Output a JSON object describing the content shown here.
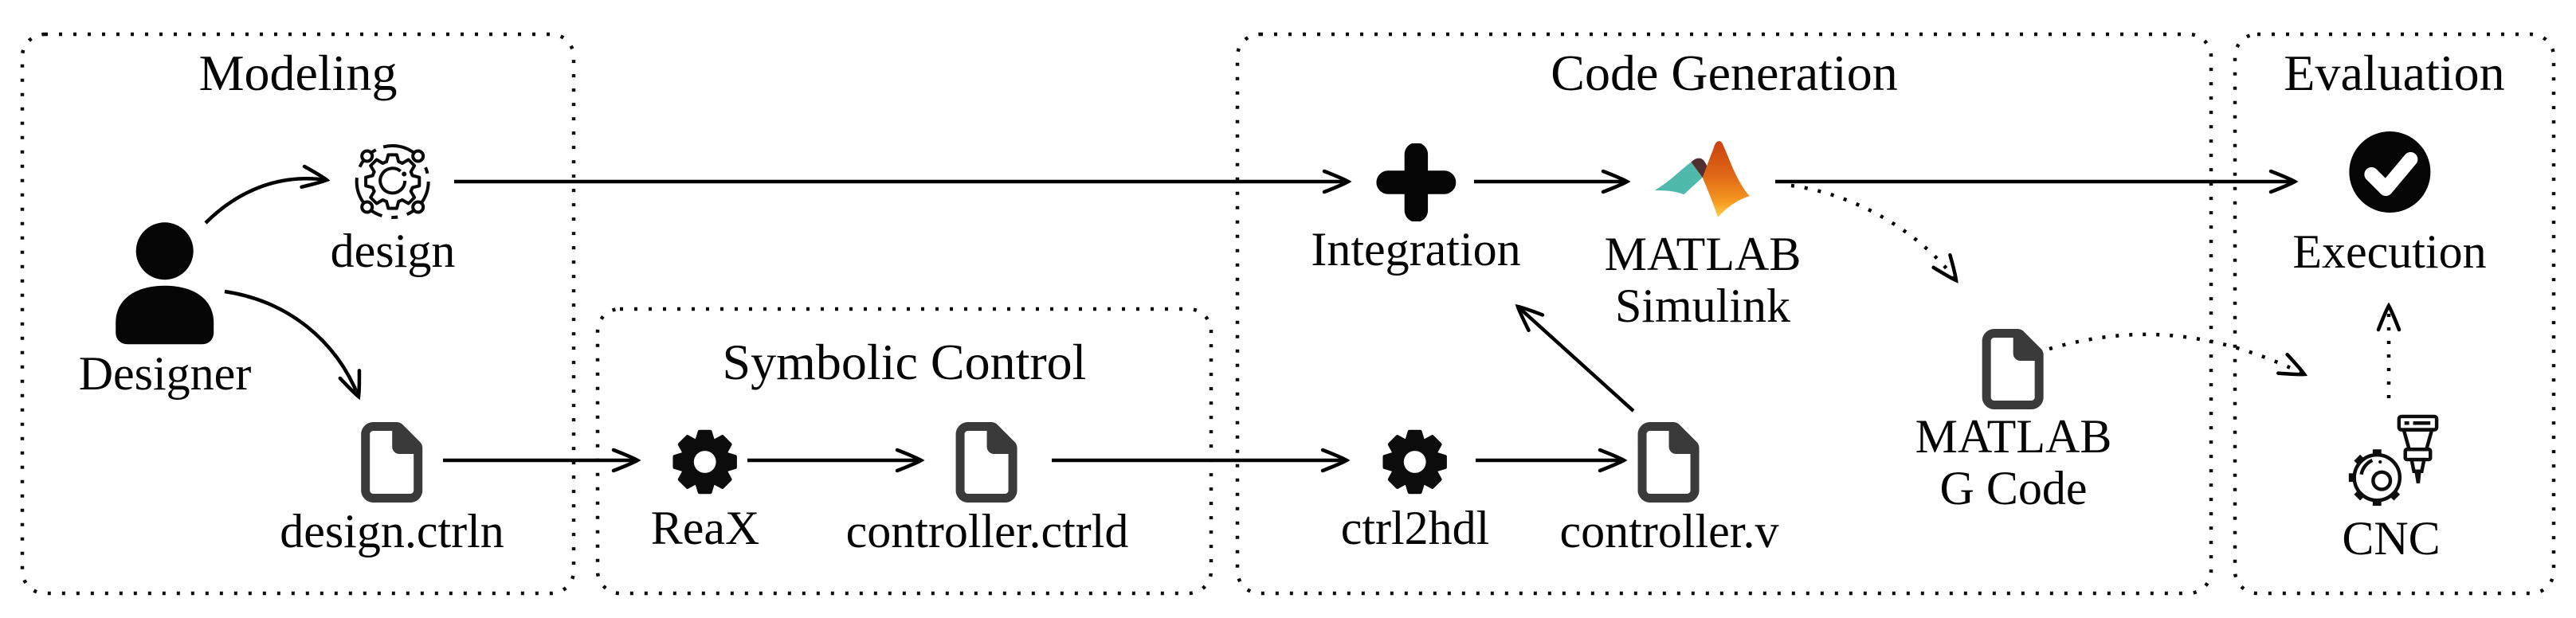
{
  "boxes": {
    "modeling": {
      "title": "Modeling"
    },
    "symbolic_control": {
      "title": "Symbolic Control"
    },
    "code_generation": {
      "title": "Code Generation"
    },
    "evaluation": {
      "title": "Evaluation"
    }
  },
  "nodes": {
    "designer": {
      "label": "Designer",
      "icon": "person-icon"
    },
    "design": {
      "label": "design",
      "icon": "process-gear-icon"
    },
    "design_ctrln": {
      "label": "design.ctrln",
      "icon": "file-icon"
    },
    "reax": {
      "label": "ReaX",
      "icon": "gear-icon"
    },
    "controller_ctrld": {
      "label": "controller.ctrld",
      "icon": "file-icon"
    },
    "integration": {
      "label": "Integration",
      "icon": "plus-icon"
    },
    "matlab_simulink": {
      "label_line1": "MATLAB",
      "label_line2": "Simulink",
      "icon": "matlab-logo-icon"
    },
    "ctrl2hdl": {
      "label": "ctrl2hdl",
      "icon": "gear-icon"
    },
    "controller_v": {
      "label": "controller.v",
      "icon": "file-icon"
    },
    "matlab_gcode": {
      "label_line1": "MATLAB",
      "label_line2": "G Code",
      "icon": "file-icon"
    },
    "execution": {
      "label": "Execution",
      "icon": "check-circle-icon"
    },
    "cnc": {
      "label": "CNC",
      "icon": "cnc-machine-icon"
    }
  },
  "colors": {
    "line": "#000000",
    "text": "#050505",
    "file_icon": "#3a3a3a",
    "matlab_teal": "#4fb9ab",
    "matlab_dark": "#512f2e",
    "matlab_orange": "#e06717",
    "matlab_yellow": "#fcd24c"
  }
}
